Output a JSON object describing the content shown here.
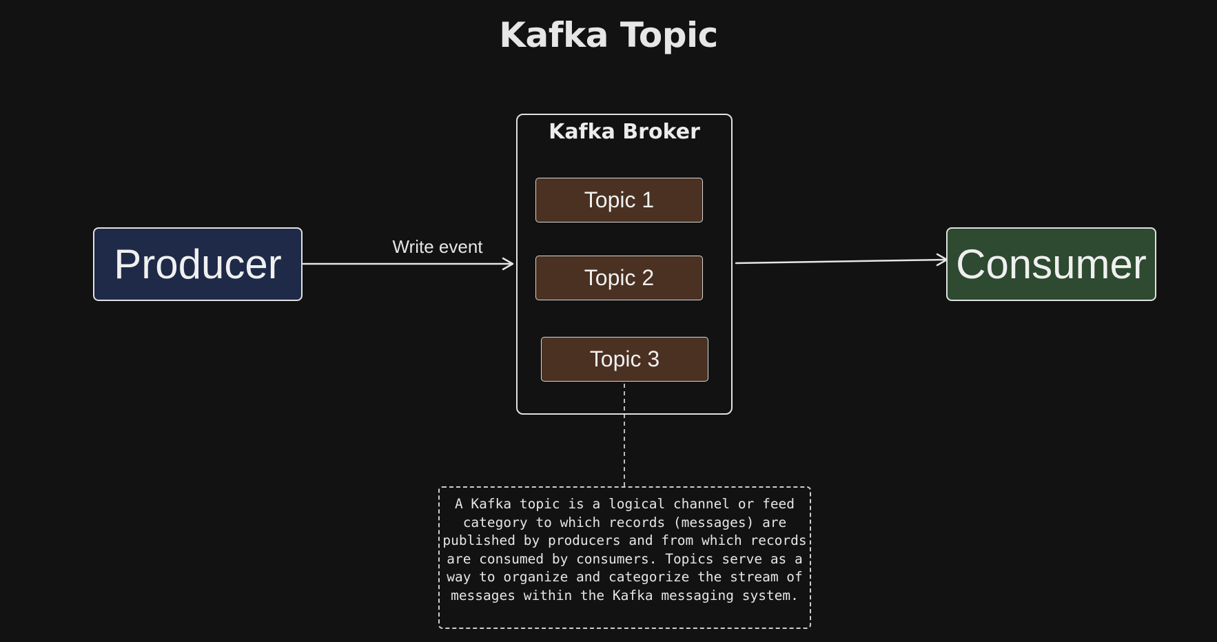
{
  "title": "Kafka Topic",
  "nodes": {
    "producer": "Producer",
    "consumer": "Consumer",
    "broker": "Kafka Broker",
    "topics": [
      "Topic 1",
      "Topic 2",
      "Topic 3"
    ]
  },
  "edges": {
    "write_label": "Write event"
  },
  "note": "A Kafka topic is a logical channel or feed category to which records (messages) are published by producers and from which records are consumed by consumers. Topics serve as a way to organize and categorize the stream of messages within the Kafka messaging system.",
  "colors": {
    "background": "#121212",
    "producer_fill": "#1e2a48",
    "consumer_fill": "#2e4a30",
    "topic_fill": "#4a3122",
    "stroke": "#e2e2e2"
  }
}
